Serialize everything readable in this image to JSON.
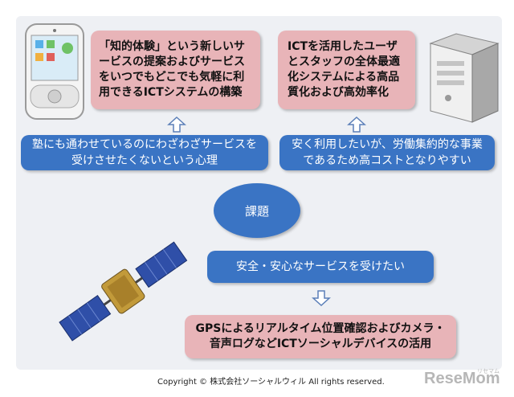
{
  "goals": {
    "left": "「知的体験」という新しいサービスの提案およびサービスをいつでもどこでも気軽に利用できるICTシステムの構築",
    "right": "ICTを活用したユーザとスタッフの全体最適化システムによる高品質化および高効率化"
  },
  "concerns": {
    "left": "塾にも通わせているのにわざわざサービスを受けさせたくないという心理",
    "right": "安く利用したいが、労働集約的な事業であるため高コストとなりやすい"
  },
  "center_label": "課題",
  "need": "安全・安心なサービスを受けたい",
  "solution": "GPSによるリアルタイム位置確認およびカメラ・音声ログなどICTソーシャルデバイスの活用",
  "copyright": "Copyright ©  株式会社ソーシャルウィル All rights reserved.",
  "watermark": {
    "main": "ReseMom",
    "sub": "リセマム"
  },
  "icons": [
    "mobile-phone-icon",
    "server-icon",
    "satellite-icon",
    "arrow-up-icon",
    "arrow-down-icon"
  ],
  "colors": {
    "pink_box": "#e8b4b8",
    "blue_box": "#3a74c4",
    "arrow_outline": "#5b7fb8"
  }
}
